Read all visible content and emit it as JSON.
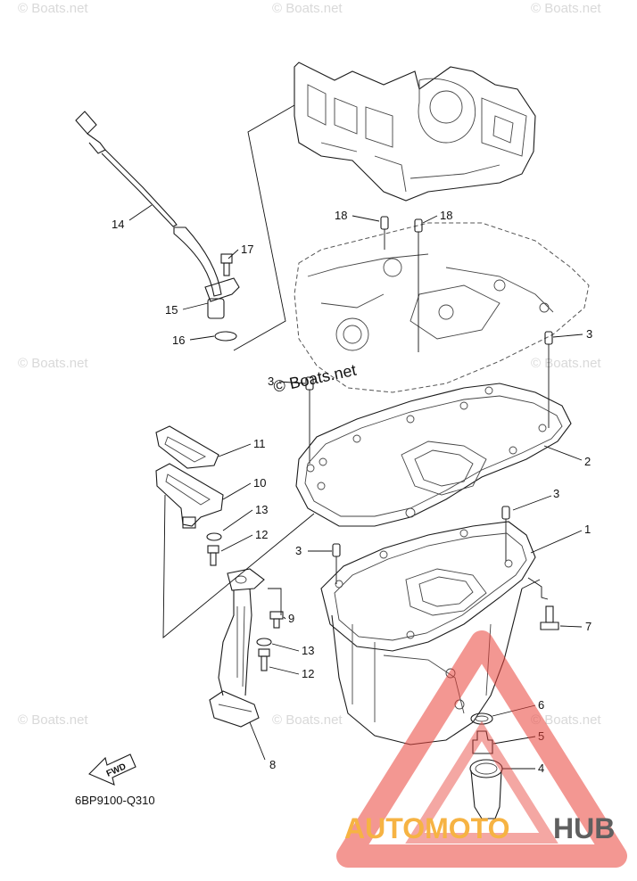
{
  "diagram": {
    "code": "6BP9100-Q310",
    "fwd_label": "FWD",
    "center_watermark": "© Boats.net",
    "watermarks": [
      "© Boats.net",
      "© Boats.net",
      "© Boats.net",
      "© Boats.net",
      "© Boats.net",
      "© Boats.net",
      "© Boats.net",
      "© Boats.net"
    ],
    "parts": [
      "1",
      "2",
      "3",
      "3",
      "3",
      "3",
      "4",
      "5",
      "6",
      "7",
      "8",
      "9",
      "10",
      "11",
      "12",
      "12",
      "13",
      "13",
      "14",
      "15",
      "16",
      "17",
      "18",
      "18"
    ]
  },
  "logo": {
    "text_part1": "AUTOMOTO",
    "text_part2": "HUB",
    "color_part1": "#f5a623",
    "color_part2": "#444444",
    "triangle_color": "#e8423a"
  }
}
